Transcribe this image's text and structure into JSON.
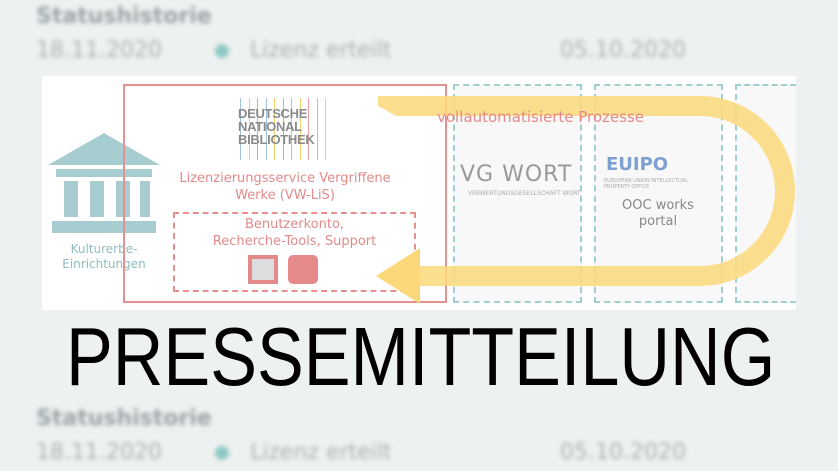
{
  "background": {
    "top": {
      "heading": "Statushistorie",
      "entries": [
        {
          "date": "18.11.2020",
          "status": "Lizenz erteilt"
        },
        {
          "date": "05.10.2020",
          "status": ""
        }
      ]
    },
    "bottom": {
      "heading": "Statushistorie",
      "entries": [
        {
          "date": "18.11.2020",
          "status": "Lizenz erteilt"
        },
        {
          "date": "05.10.2020",
          "status": ""
        }
      ]
    }
  },
  "diagram": {
    "institution_label": "Kulturerbe-Einrichtungen",
    "institution_icon": "museum-building-icon",
    "dnb_logo": [
      "DEUTSCHE",
      "NATIONAL",
      "BIBLIOTHEK"
    ],
    "service_name": [
      "Lizenzierungsservice Vergriffene",
      "Werke (VW-LiS)"
    ],
    "features": [
      "Benutzerkonto,",
      "Recherche-Tools, Support"
    ],
    "process_label": "vollautomatisierte Prozesse",
    "partners": [
      {
        "name": "VG WORT",
        "subtitle": "VERWERTUNGSGESELLSCHAFT WORT"
      },
      {
        "name": "EUIPO",
        "subtitle": "EUROPEAN UNION INTELLECTUAL PROPERTY OFFICE",
        "caption": "OOC works portal"
      }
    ],
    "colors": {
      "red": "#e79090",
      "teal": "#9fcfcf",
      "yellow": "#fbd97a",
      "institution": "#a8cdd0"
    }
  },
  "title": "PRESSEMITTEILUNG"
}
